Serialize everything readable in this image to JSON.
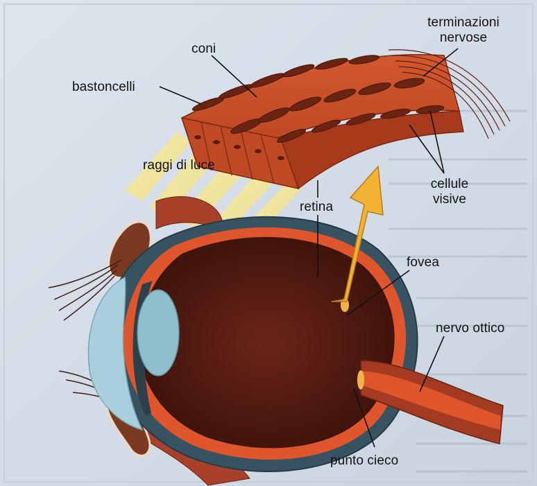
{
  "colors": {
    "page_bg": "#d4dde8",
    "tissue_red": "#c8502c",
    "retina_edge": "#e07a3a",
    "eye_dark": "#5a1f14",
    "lens_blue": "#9cc4d2",
    "arrow_yellow": "#f2b233",
    "light_rays": "#f7e98a"
  },
  "labels": {
    "coni": "coni",
    "terminazioni_line1": "terminazioni",
    "terminazioni_line2": "nervose",
    "bastoncelli": "bastoncelli",
    "raggi_di_luce": "raggi di luce",
    "cellule_line1": "cellule",
    "cellule_line2": "visive",
    "retina": "retina",
    "fovea": "fovea",
    "nervo_ottico": "nervo ottico",
    "punto_cieco": "punto cieco"
  }
}
